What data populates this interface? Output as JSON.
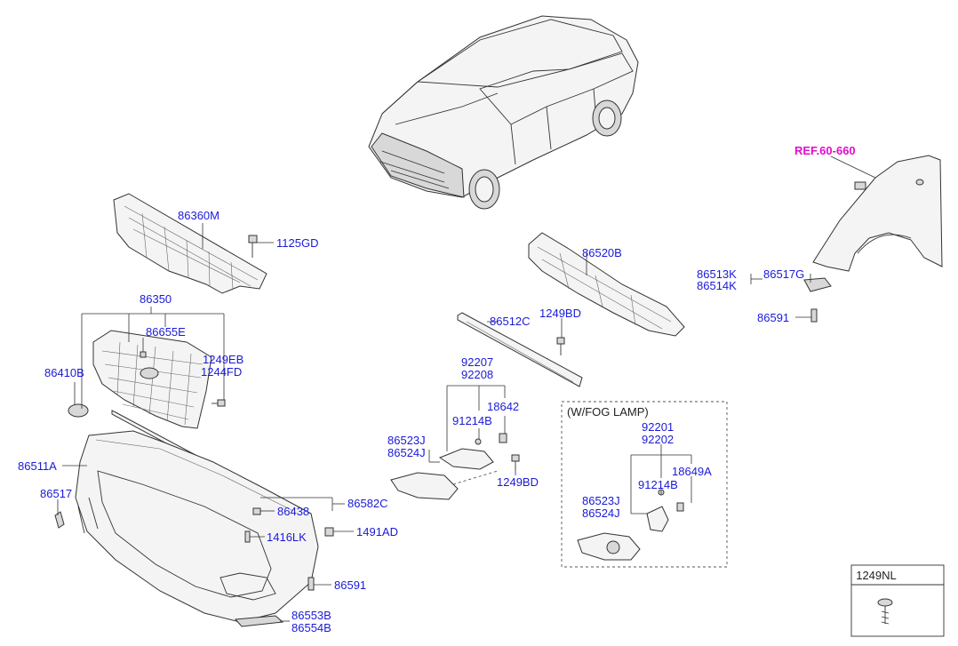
{
  "labels": {
    "grille_upper": "86360M",
    "bolt_1125": "1125GD",
    "grille_assy": "86350",
    "emblem_clip": "86655E",
    "emblem": "86410B",
    "screw_1249eb": "1249EB",
    "screw_1244fd": "1244FD",
    "bumper_cover": "86511A",
    "tow_cap": "86517",
    "clip_86438": "86438",
    "molding_86582c": "86582C",
    "clip_1416lk": "1416LK",
    "clip_1491ad": "1491AD",
    "screw_86591_bottom": "86591",
    "molding_86553b": "86553B",
    "molding_86554b": "86554B",
    "absorber": "86520B",
    "bracket_86512c": "86512C",
    "bolt_1249bd_top": "1249BD",
    "lamp_92207": "92207",
    "lamp_92208": "92208",
    "bulb_18642": "18642",
    "socket_91214b": "91214B",
    "cover_86523j": "86523J",
    "cover_86524j": "86524J",
    "bolt_1249bd_mid": "1249BD",
    "fog_title": "(W/FOG LAMP)",
    "fog_92201": "92201",
    "fog_92202": "92202",
    "fog_18649a": "18649A",
    "fog_91214b": "91214B",
    "fog_86523j": "86523J",
    "fog_86524j": "86524J",
    "ref_fender": "REF.60-660",
    "bracket_86513k": "86513K",
    "bracket_86514k": "86514K",
    "clip_86517g": "86517G",
    "screw_86591_right": "86591",
    "legend_part": "1249NL"
  },
  "colors": {
    "part_number": "#1a1ad8",
    "reference": "#e00ecc",
    "outline": "#333333"
  }
}
